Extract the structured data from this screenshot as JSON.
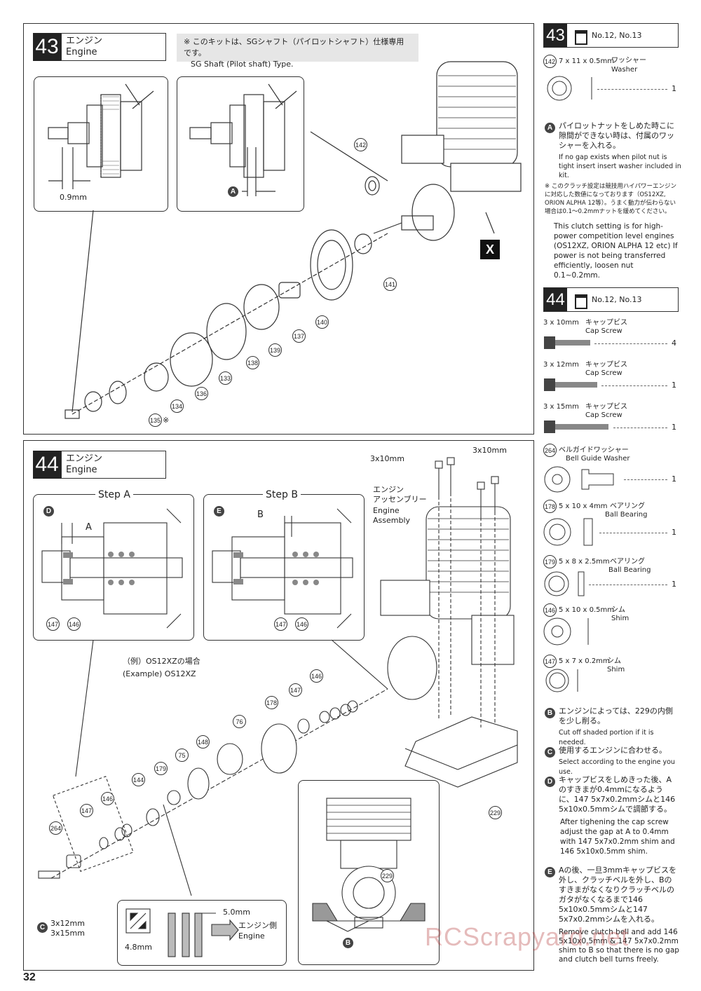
{
  "step43": {
    "number": "43",
    "title_jp": "エンジン",
    "title_en": "Engine",
    "note_jp": "※ このキットは、SGシャフト（パイロットシャフト）仕様専用です。",
    "note_en": "SG Shaft (Pilot shaft) Type.",
    "dim1": "0.9mm",
    "letterA": "A",
    "x_label": "X",
    "callouts": [
      "142",
      "141",
      "140",
      "137",
      "139",
      "138",
      "133",
      "136",
      "134",
      "135"
    ],
    "mark135": "※"
  },
  "step44": {
    "number": "44",
    "title_jp": "エンジン",
    "title_en": "Engine",
    "stepA": "Step A",
    "stepB": "Step B",
    "letterD": "D",
    "letterE": "E",
    "dimA": "A",
    "dimB": "B",
    "screws_left": "3x10mm",
    "screws_right": "3x10mm",
    "assembly_jp1": "エンジン",
    "assembly_jp2": "アッセンブリー",
    "assembly_en1": "Engine",
    "assembly_en2": "Assembly",
    "example_jp": "（例）OS12XZの場合",
    "example_en": "(Example) OS12XZ",
    "callouts": [
      "147",
      "146",
      "147",
      "146",
      "146",
      "147",
      "178",
      "76",
      "148",
      "75",
      "179",
      "144",
      "146",
      "147",
      "264",
      "229",
      "229"
    ],
    "letterB": "B",
    "letterC": "C",
    "screw_c1": "3x12mm",
    "screw_c2": "3x15mm",
    "dim_50": "5.0mm",
    "dim_48": "4.8mm",
    "engine_side_jp": "エンジン側",
    "engine_side_en": "Engine"
  },
  "right43": {
    "number": "43",
    "bags": "No.12, No.13",
    "parts": [
      {
        "id": "142",
        "size": "7 x 11 x 0.5mm",
        "jp": "ワッシャー",
        "en": "Washer",
        "qty": "1"
      }
    ],
    "noteA_jp": "パイロットナットをしめた時こに隙間ができない時は、付属のワッシャーを入れる。",
    "noteA_en": "If no gap exists when pilot nut is tight insert insert washer included in kit.",
    "noteX_jp": "※ このクラッチ設定は競技用ハイパワーエンジンに対応した数値になっております（OS12XZ, ORION ALPHA 12等）。うまく動力が伝わらない場合は0.1〜0.2mmナットを緩めてください。",
    "noteX_en": "This clutch setting is for high-power competition level engines (OS12XZ, ORION ALPHA 12 etc) If power is not being transferred efficiently, loosen nut 0.1~0.2mm."
  },
  "right44": {
    "number": "44",
    "bags": "No.12, No.13",
    "screws": [
      {
        "size": "3 x 10mm",
        "jp": "キャップビス",
        "en": "Cap Screw",
        "qty": "4"
      },
      {
        "size": "3 x 12mm",
        "jp": "キャップビス",
        "en": "Cap Screw",
        "qty": "1"
      },
      {
        "size": "3 x 15mm",
        "jp": "キャップビス",
        "en": "Cap Screw",
        "qty": "1"
      }
    ],
    "parts": [
      {
        "id": "264",
        "size": "",
        "jp": "ベルガイドワッシャー",
        "en": "Bell Guide Washer",
        "qty": "1"
      },
      {
        "id": "178",
        "size": "5 x 10 x 4mm",
        "jp": "ベアリング",
        "en": "Ball Bearing",
        "qty": "1"
      },
      {
        "id": "179",
        "size": "5 x 8 x 2.5mm",
        "jp": "ベアリング",
        "en": "Ball Bearing",
        "qty": "1"
      },
      {
        "id": "146",
        "size": "5 x 10 x 0.5mm",
        "jp": "シム",
        "en": "Shim",
        "qty": ""
      },
      {
        "id": "147",
        "size": "5 x 7 x 0.2mm",
        "jp": "シム",
        "en": "Shim",
        "qty": ""
      }
    ],
    "noteB_jp": "エンジンによっては、229の内側を少し削る。",
    "noteB_en": "Cut off shaded portion if it is needed.",
    "noteC_jp": "使用するエンジンに合わせる。",
    "noteC_en": "Select according to the engine you use.",
    "noteD_jp": "キャップビスをしめきった後、Aのすきまが0.4mmになるように、147 5x7x0.2mmシムと146 5x10x0.5mmシムで調節する。",
    "noteD_en": "After tighening the cap screw adjust the gap at A to 0.4mm with 147 5x7x0.2mm shim and 146 5x10x0.5mm shim.",
    "noteE_jp": "Aの後、一旦3mmキャップビスを外し、クラッチベルを外し、Bのすきまがなくなりクラッチベルのガタがなくなるまで146 5x10x0.5mmシムと147 5x7x0.2mmシムを入れる。",
    "noteE_en": "Remove clutch bell and add 146 5x10x0.5mm & 147 5x7x0.2mm shim to B so that there is no gap and clutch bell turns freely."
  },
  "page_number": "32",
  "watermark": "RCScrapyard.net"
}
